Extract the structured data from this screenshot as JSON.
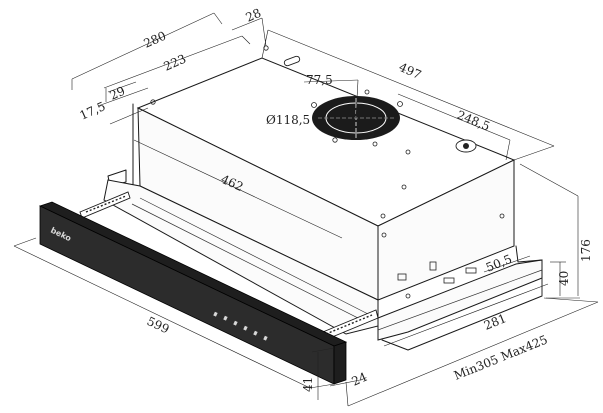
{
  "brand": "beko",
  "dimensions": {
    "depth_total": "280",
    "rear_offset": "28",
    "duct_offset_depth": "223",
    "side_offset": "29",
    "front_offset": "17,5",
    "outlet_x": "77,5",
    "diameter": "Ø118,5",
    "outlet_y": "248,5",
    "body_width": "497",
    "length_462": "462",
    "panel_width": "599",
    "height_total": "176",
    "step_height": "40",
    "bracket_width": "50,5",
    "tray_depth": "281",
    "extension": "Min305 Max425",
    "panel_height": "41",
    "panel_depth": "24"
  }
}
